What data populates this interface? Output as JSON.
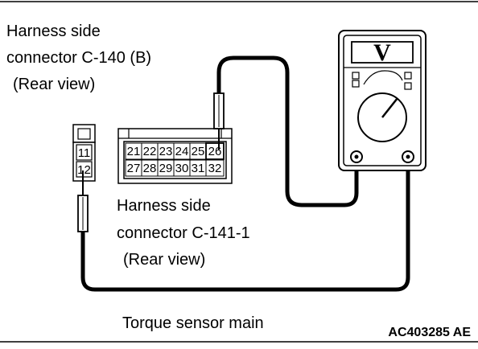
{
  "labels": {
    "connector_b_line1": "Harness side",
    "connector_b_line2": "connector C-140 (B)",
    "connector_b_line3": "(Rear view)",
    "connector_141_line1": "Harness side",
    "connector_141_line2": "connector C-141-1",
    "connector_141_line3": "(Rear view)",
    "caption": "Torque sensor main",
    "figure_code": "AC403285 AE"
  },
  "meter": {
    "mode_symbol": "V"
  },
  "connector_c141": {
    "pins": [
      "11",
      "12"
    ]
  },
  "connector_c140": {
    "row1": [
      "21",
      "22",
      "23",
      "24",
      "25",
      "26"
    ],
    "row2": [
      "27",
      "28",
      "29",
      "30",
      "31",
      "32"
    ]
  }
}
